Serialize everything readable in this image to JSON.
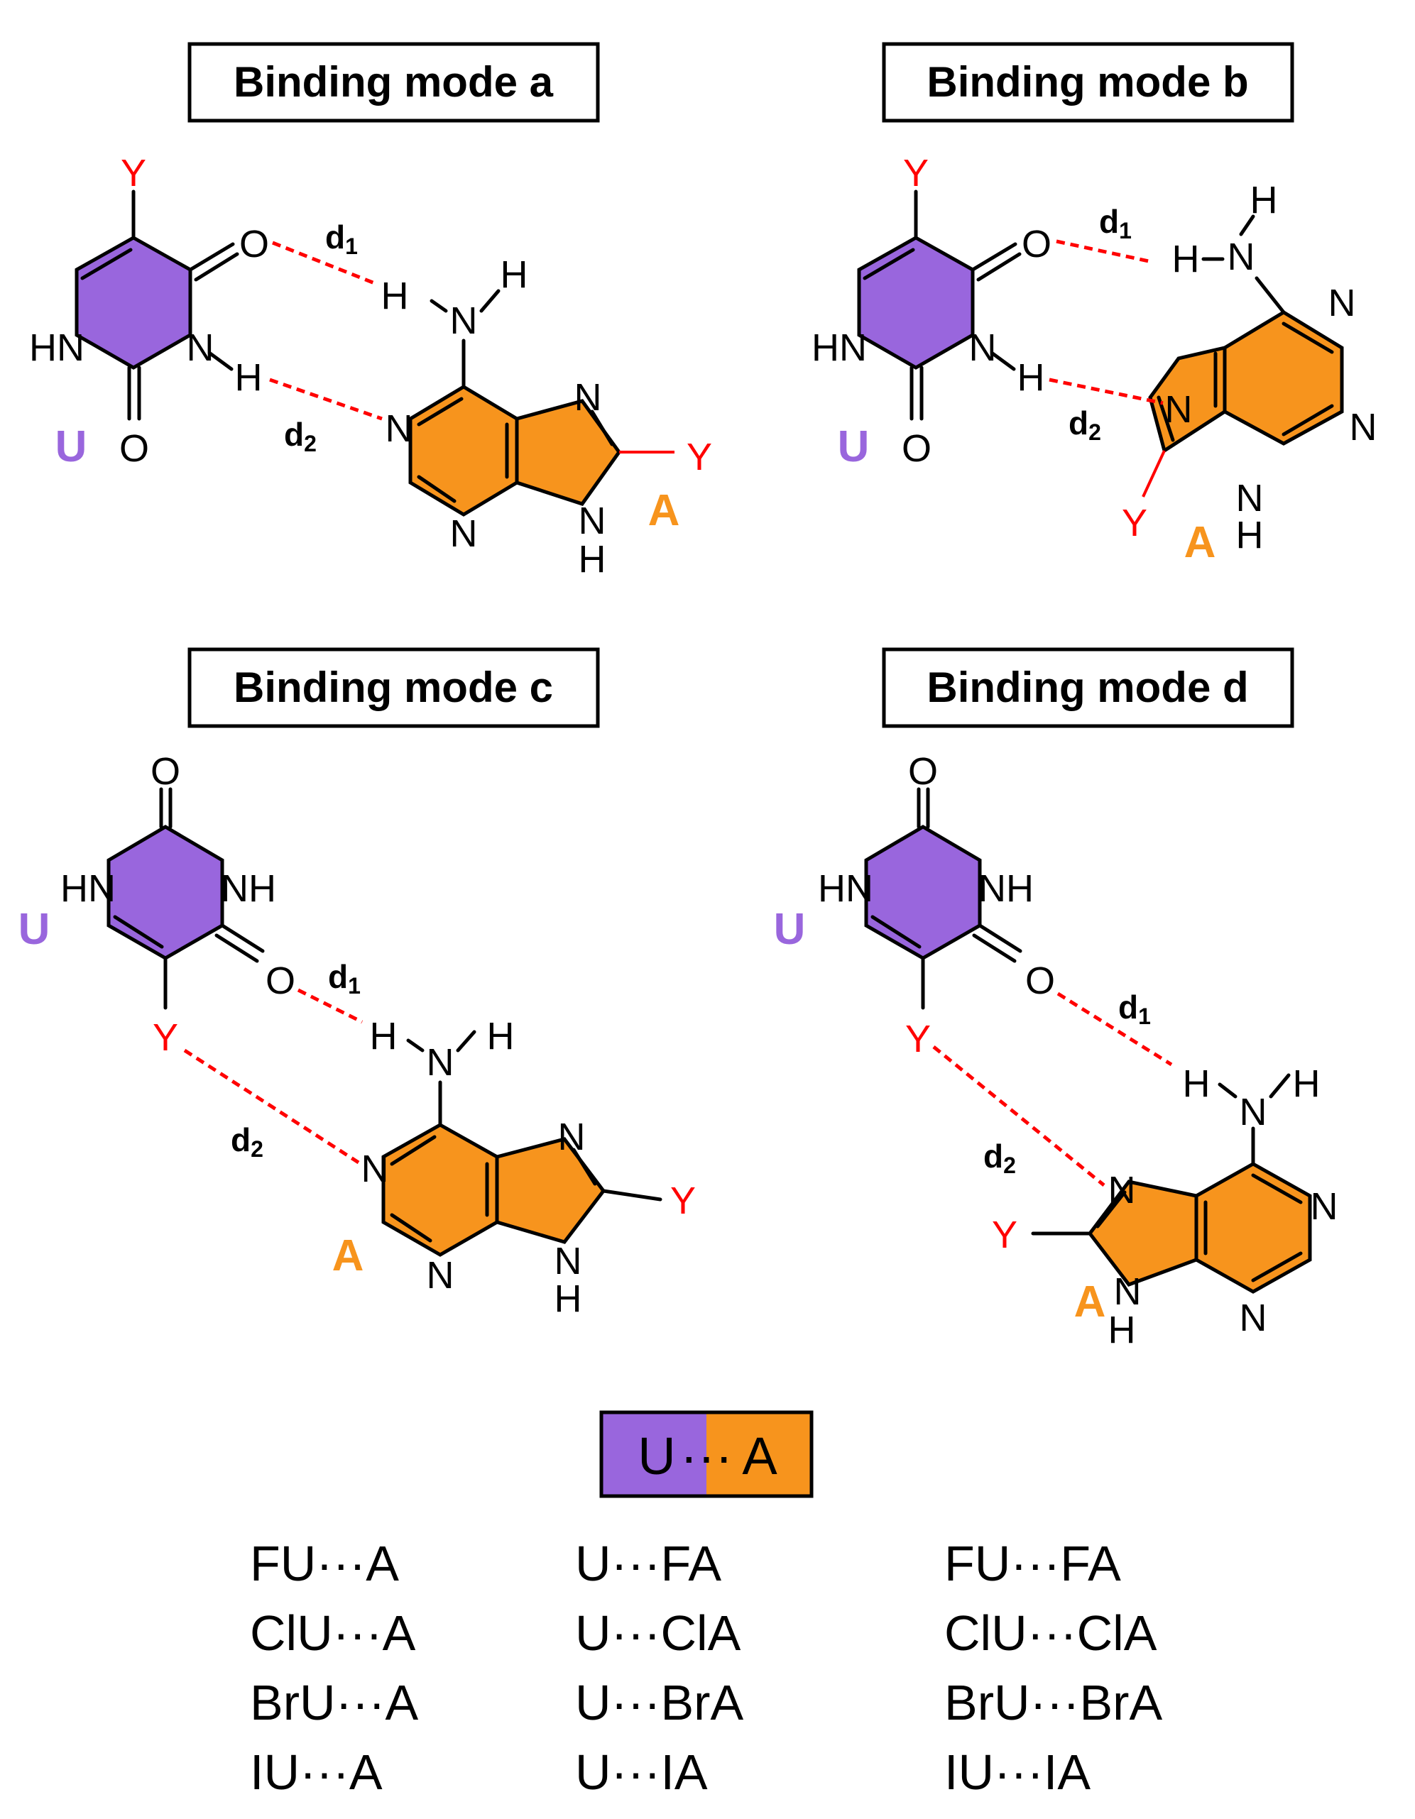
{
  "colors": {
    "uracil": "#9966dd",
    "adenine": "#f7941d",
    "substituent": "#ff0000",
    "hbond": "#ff0000"
  },
  "panels": {
    "a": {
      "title": "Binding mode a",
      "u_label": "U",
      "a_label": "A",
      "d1": "d",
      "d1_sub": "1",
      "d2": "d",
      "d2_sub": "2"
    },
    "b": {
      "title": "Binding mode b",
      "u_label": "U",
      "a_label": "A",
      "d1": "d",
      "d1_sub": "1",
      "d2": "d",
      "d2_sub": "2"
    },
    "c": {
      "title": "Binding mode c",
      "u_label": "U",
      "a_label": "A",
      "d1": "d",
      "d1_sub": "1",
      "d2": "d",
      "d2_sub": "2"
    },
    "d": {
      "title": "Binding mode d",
      "u_label": "U",
      "a_label": "A",
      "d1": "d",
      "d1_sub": "1",
      "d2": "d",
      "d2_sub": "2"
    }
  },
  "atoms": {
    "Y": "Y",
    "O": "O",
    "N": "N",
    "H": "H",
    "HN": "HN",
    "NH": "NH"
  },
  "legend": {
    "u": "U",
    "dots": "···",
    "a": "A"
  },
  "pairs": {
    "col1": [
      "FU···A",
      "ClU···A",
      "BrU···A",
      "IU···A"
    ],
    "col2": [
      "U···FA",
      "U···ClA",
      "U···BrA",
      "U···IA"
    ],
    "col3": [
      "FU···FA",
      "ClU···ClA",
      "BrU···BrA",
      "IU···IA"
    ]
  }
}
